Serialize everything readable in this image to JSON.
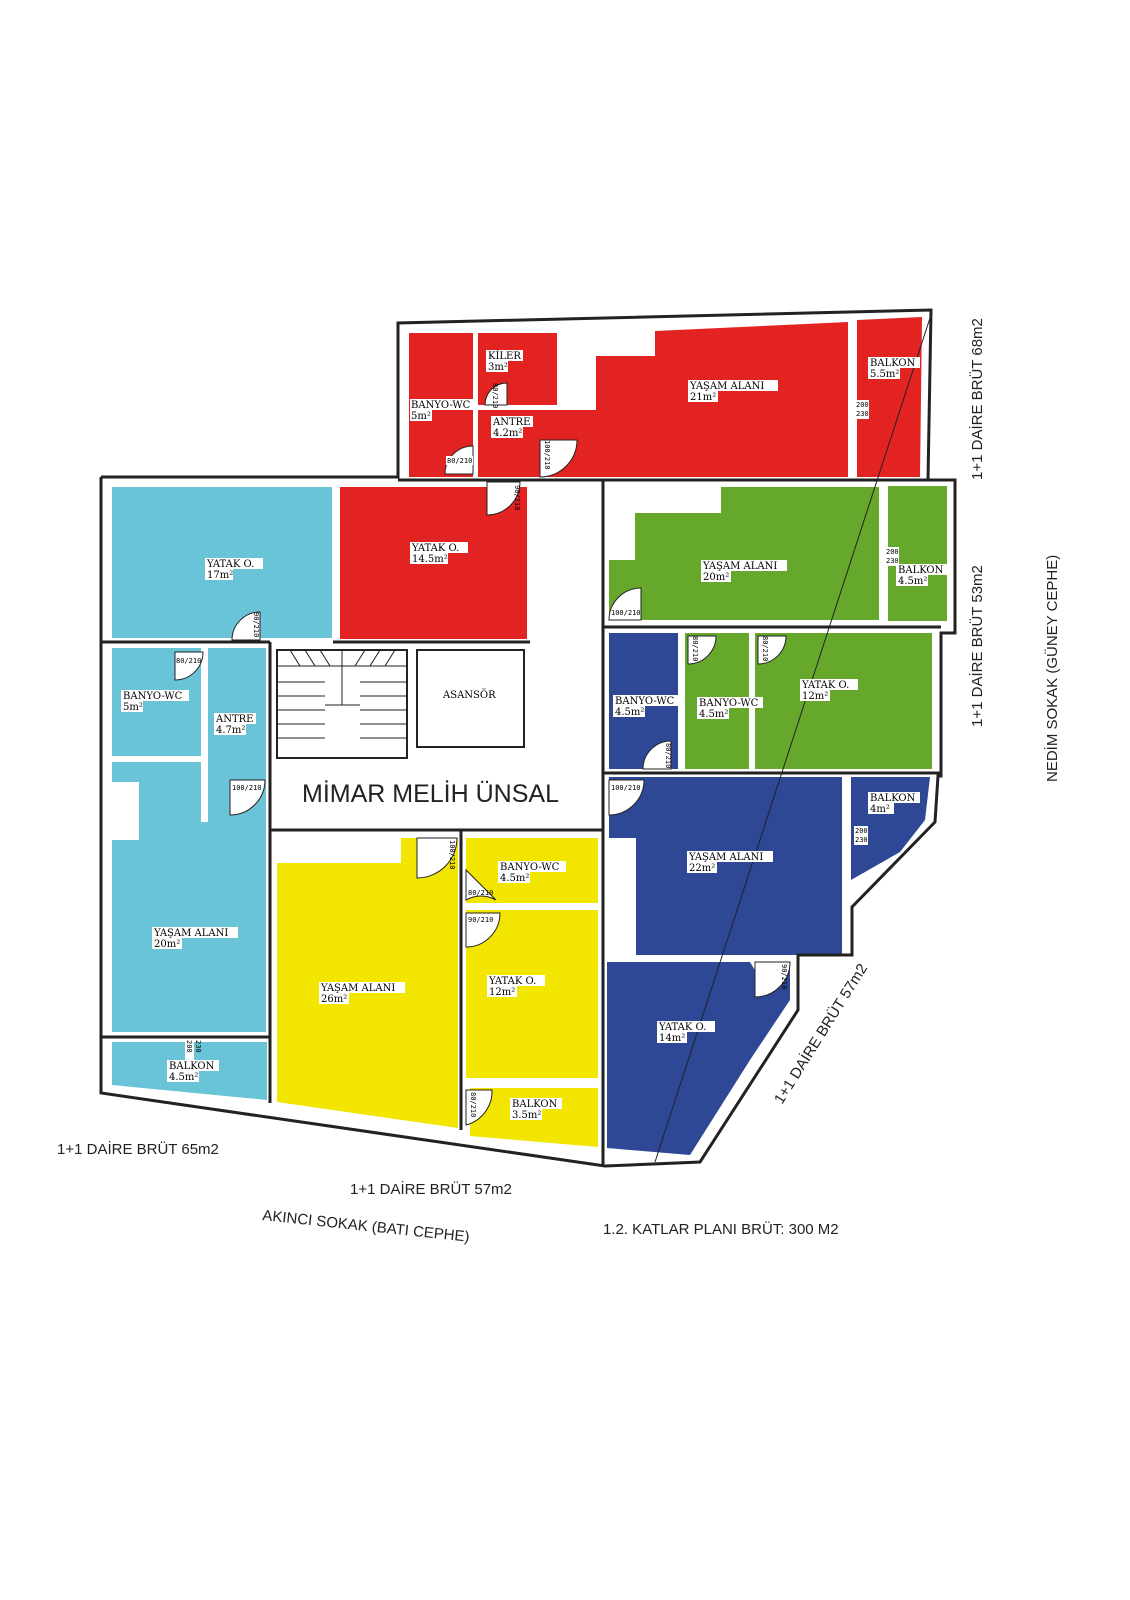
{
  "colors": {
    "red": "#e32322",
    "cyan": "#6ac4d8",
    "green": "#66a82c",
    "blue": "#2e4896",
    "yellow": "#f2e500",
    "wall": "#222222"
  },
  "units": {
    "north": {
      "label": "1+1 DAİRE BRÜT 68m2"
    },
    "west": {
      "label": "1+1 DAİRE BRÜT 65m2"
    },
    "east_top": {
      "label": "1+1 DAİRE BRÜT 53m2"
    },
    "south_yellow": {
      "label": "1+1 DAİRE BRÜT 57m2"
    },
    "south_blue": {
      "label": "1+1 DAİRE BRÜT 57m2"
    }
  },
  "streets": {
    "west": "AKINCI SOKAK (BATI CEPHE)",
    "south": "NEDİM SOKAK (GÜNEY CEPHE)"
  },
  "plan_title": "1.2. KATLAR PLANI BRÜT: 300 M2",
  "architect": "MİMAR MELİH ÜNSAL",
  "core": {
    "elevator": "ASANSÖR"
  },
  "rooms": {
    "r_banyo": {
      "name": "BANYO-WC",
      "area": "5m²"
    },
    "r_kiler": {
      "name": "KİLER",
      "area": "3m²"
    },
    "r_antre": {
      "name": "ANTRE",
      "area": "4.2m²"
    },
    "r_yasam": {
      "name": "YAŞAM ALANI",
      "area": "21m²"
    },
    "r_balkon": {
      "name": "BALKON",
      "area": "5.5m²"
    },
    "r_yatak": {
      "name": "YATAK O.",
      "area": "14.5m²"
    },
    "c_yatak": {
      "name": "YATAK O.",
      "area": "17m²"
    },
    "c_banyo": {
      "name": "BANYO-WC",
      "area": "5m²"
    },
    "c_antre": {
      "name": "ANTRE",
      "area": "4.7m²"
    },
    "c_yasam": {
      "name": "YAŞAM ALANI",
      "area": "20m²"
    },
    "c_balkon": {
      "name": "BALKON",
      "area": "4.5m²"
    },
    "g_yasam": {
      "name": "YAŞAM ALANI",
      "area": "20m²"
    },
    "g_balkon": {
      "name": "BALKON",
      "area": "4.5m²"
    },
    "g_banyo": {
      "name": "BANYO-WC",
      "area": "4.5m²"
    },
    "g_yatak": {
      "name": "YATAK O.",
      "area": "12m²"
    },
    "b_banyo": {
      "name": "BANYO-WC",
      "area": "4.5m²"
    },
    "b_balkon": {
      "name": "BALKON",
      "area": "4m²"
    },
    "b_yasam": {
      "name": "YAŞAM ALANI",
      "area": "22m²"
    },
    "b_yatak": {
      "name": "YATAK O.",
      "area": "14m²"
    },
    "y_banyo": {
      "name": "BANYO-WC",
      "area": "4.5m²"
    },
    "y_yasam": {
      "name": "YAŞAM ALANI",
      "area": "26m²"
    },
    "y_yatak": {
      "name": "YATAK O.",
      "area": "12m²"
    },
    "y_balkon": {
      "name": "BALKON",
      "area": "3.5m²"
    }
  },
  "doors": {
    "d80_210": "80/210",
    "d90_210": "90/210",
    "d100_210": "100/210",
    "d200": "200",
    "d230": "230"
  }
}
